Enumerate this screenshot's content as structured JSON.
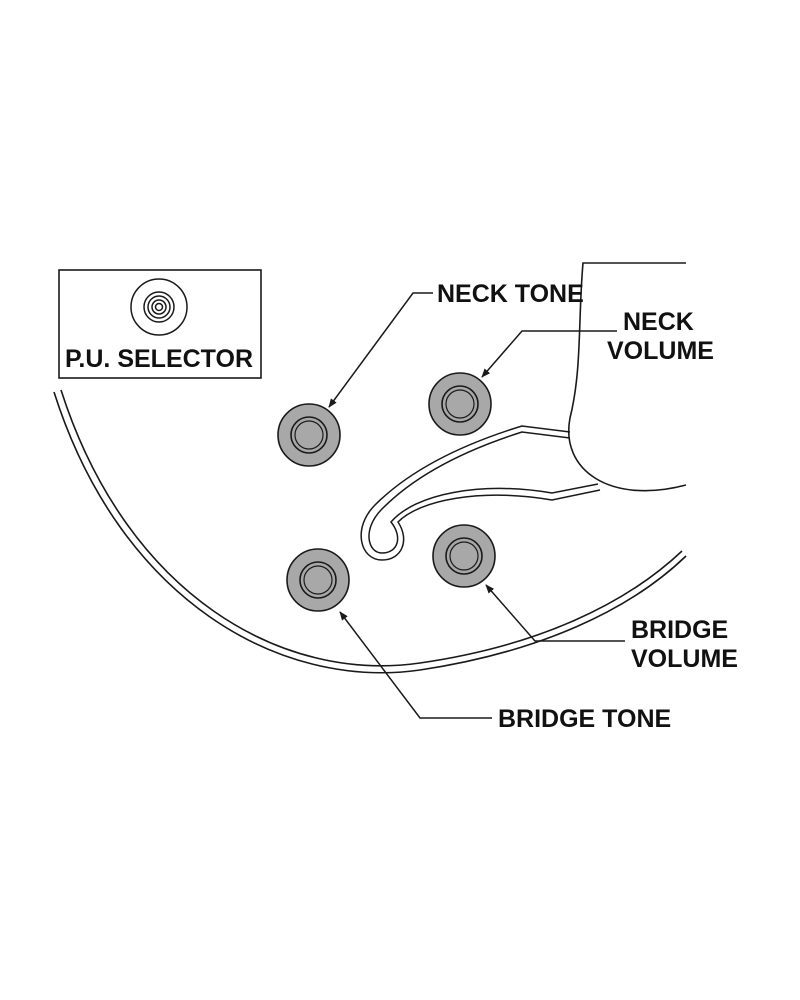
{
  "selector_label": "P.U. SELECTOR",
  "labels": {
    "neck_tone": "NECK TONE",
    "neck_volume": [
      "NECK",
      "VOLUME"
    ],
    "bridge_volume": [
      "BRIDGE",
      "VOLUME"
    ],
    "bridge_tone": "BRIDGE TONE"
  },
  "colors": {
    "knob_fill": "#a8a8a8",
    "line": "#1a1a1a"
  }
}
